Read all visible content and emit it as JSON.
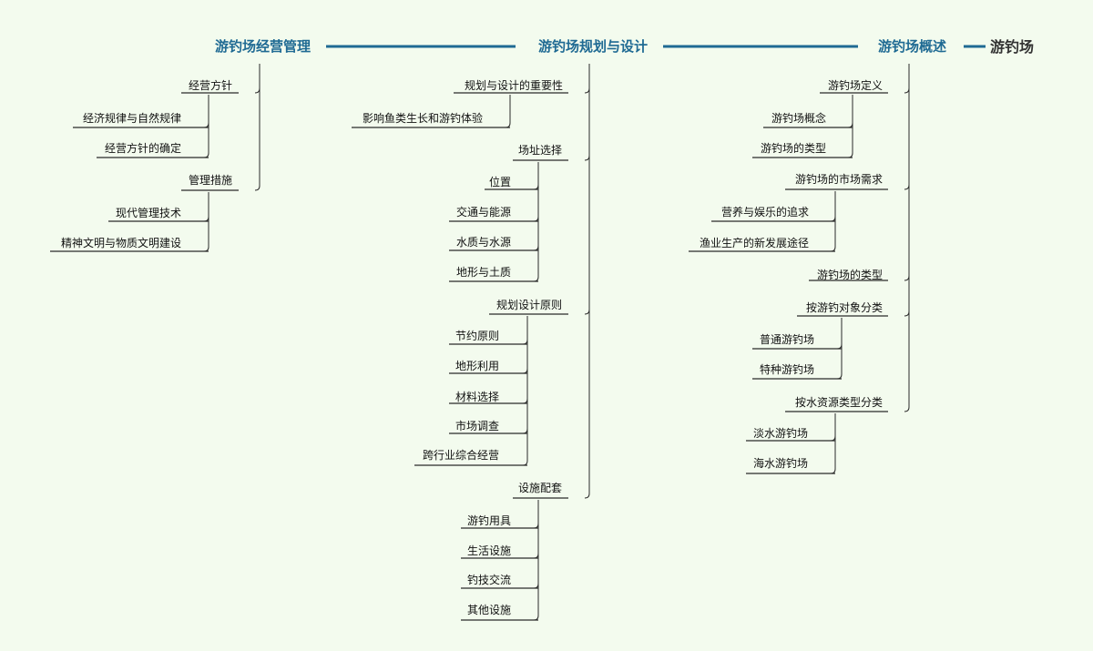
{
  "root": "游钓场",
  "main": {
    "overview": "游钓场概述",
    "planning": "游钓场规划与设计",
    "management": "游钓场经营管理"
  },
  "overview": {
    "definition": "游钓场定义",
    "concept": "游钓场概念",
    "types": "游钓场的类型",
    "market": "游钓场的市场需求",
    "nutrition": "营养与娱乐的追求",
    "fishery": "渔业生产的新发展途径",
    "types2": "游钓场的类型",
    "by_object": "按游钓对象分类",
    "ordinary": "普通游钓场",
    "special": "特种游钓场",
    "by_water": "按水资源类型分类",
    "freshwater": "淡水游钓场",
    "seawater": "海水游钓场"
  },
  "planning": {
    "importance": "规划与设计的重要性",
    "impact": "影响鱼类生长和游钓体验",
    "site": "场址选择",
    "location": "位置",
    "traffic": "交通与能源",
    "water": "水质与水源",
    "terrain": "地形与土质",
    "principles": "规划设计原则",
    "saving": "节约原则",
    "terrain_use": "地形利用",
    "materials": "材料选择",
    "survey": "市场调查",
    "cross": "跨行业综合经营",
    "facilities": "设施配套",
    "gear": "游钓用具",
    "living": "生活设施",
    "exchange": "钓技交流",
    "other": "其他设施"
  },
  "management": {
    "policy": "经营方针",
    "laws": "经济规律与自然规律",
    "determine": "经营方针的确定",
    "measures": "管理措施",
    "modern": "现代管理技术",
    "spiritual": "精神文明与物质文明建设"
  }
}
